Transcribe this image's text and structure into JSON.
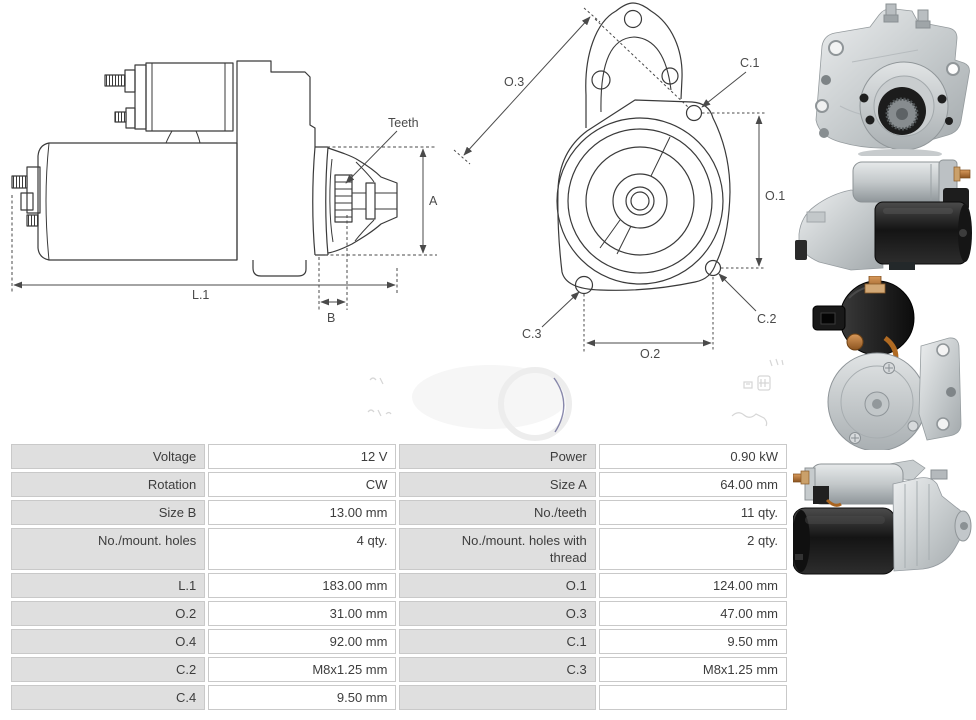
{
  "drawings": {
    "side_view": {
      "labels": {
        "teeth": "Teeth",
        "a": "A",
        "l1": "L.1",
        "b": "B"
      }
    },
    "front_view": {
      "labels": {
        "o3": "O.3",
        "c1": "C.1",
        "o1": "O.1",
        "c2": "C.2",
        "c3": "C.3",
        "o2": "O.2"
      }
    }
  },
  "photos": [
    {
      "name": "mounting flange front view"
    },
    {
      "name": "starter side view"
    },
    {
      "name": "solenoid rear view"
    },
    {
      "name": "starter rear side view"
    }
  ],
  "spec_table": {
    "rows": [
      {
        "c0": "Voltage",
        "c1": "12 V",
        "c2": "Power",
        "c3": "0.90 kW"
      },
      {
        "c0": "Rotation",
        "c1": "CW",
        "c2": "Size A",
        "c3": "64.00 mm"
      },
      {
        "c0": "Size B",
        "c1": "13.00 mm",
        "c2": "No./teeth",
        "c3": "11 qty."
      },
      {
        "c0": "No./mount. holes",
        "c1": "4 qty.",
        "c2": "No./mount. holes with thread",
        "c3": "2 qty."
      },
      {
        "c0": "L.1",
        "c1": "183.00 mm",
        "c2": "O.1",
        "c3": "124.00 mm"
      },
      {
        "c0": "O.2",
        "c1": "31.00 mm",
        "c2": "O.3",
        "c3": "47.00 mm"
      },
      {
        "c0": "O.4",
        "c1": "92.00 mm",
        "c2": "C.1",
        "c3": "9.50 mm"
      },
      {
        "c0": "C.2",
        "c1": "M8x1.25 mm",
        "c2": "C.3",
        "c3": "M8x1.25 mm"
      },
      {
        "c0": "C.4",
        "c1": "9.50 mm",
        "c2": "",
        "c3": ""
      }
    ],
    "colors": {
      "label_bg": "#dfdfdf",
      "value_bg": "#ffffff",
      "border": "#c9c9c9",
      "text": "#3d3d3d"
    }
  }
}
